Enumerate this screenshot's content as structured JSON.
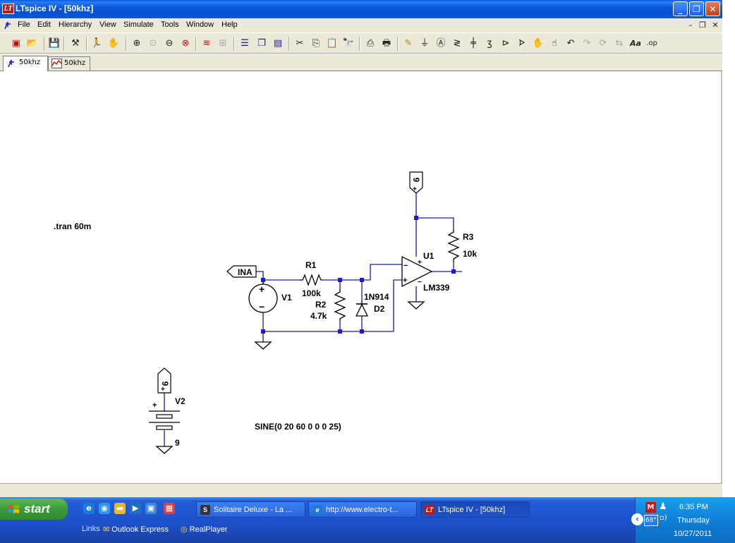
{
  "window": {
    "title": "LTspice IV - [50khz]",
    "app_icon_letter": "LT",
    "controls": {
      "minimize": "_",
      "maximize": "❐",
      "close": "✕"
    }
  },
  "menu": {
    "items": [
      "File",
      "Edit",
      "Hierarchy",
      "View",
      "Simulate",
      "Tools",
      "Window",
      "Help"
    ],
    "mdi_controls": {
      "minimize": "–",
      "restore": "❐",
      "close": "✕"
    }
  },
  "toolbar": {
    "icons": [
      "new-schematic-icon",
      "open-folder-icon",
      "save-icon",
      "control-panel-icon",
      "run-icon",
      "halt-icon",
      "zoom-in-icon",
      "pan-icon",
      "zoom-out-icon",
      "zoom-fit-icon",
      "autorange-icon",
      "grid-icon",
      "tile-horizontal-icon",
      "cascade-icon",
      "tile-vertical-icon",
      "cut-icon",
      "copy-icon",
      "paste-icon",
      "find-icon",
      "print-setup-icon",
      "print-icon",
      "draw-wire-icon",
      "ground-icon",
      "label-net-icon",
      "resistor-icon",
      "capacitor-icon",
      "inductor-icon",
      "diode-icon",
      "component-icon",
      "move-icon",
      "drag-icon",
      "undo-icon",
      "redo-icon",
      "rotate-icon",
      "mirror-icon",
      "text-icon",
      "spice-directive-icon"
    ],
    "text_icon_label": "Aa",
    "op_label": ".op"
  },
  "tabs": [
    {
      "label": "50khz",
      "type": "schematic"
    },
    {
      "label": "50khz",
      "type": "waveform"
    }
  ],
  "schematic": {
    "directive": ".tran 60m",
    "source_value": "SINE(0 20 60 0 0 0 25)",
    "net_label": "INA",
    "supply_label": "9",
    "components": {
      "R1": {
        "ref": "R1",
        "value": "100k"
      },
      "R2": {
        "ref": "R2",
        "value": "4.7k"
      },
      "R3": {
        "ref": "R3",
        "value": "10k"
      },
      "D2": {
        "ref": "D2",
        "value": "1N914"
      },
      "U1": {
        "ref": "U1",
        "value": "LM339"
      },
      "V1": {
        "ref": "V1"
      },
      "V2": {
        "ref": "V2",
        "value": "9"
      }
    },
    "pin_plus": "+",
    "pin_minus": "−",
    "wire_color": "#1a1aa6",
    "junction_color": "#1a1ad8",
    "component_color": "#000000"
  },
  "taskbar": {
    "start_label": "start",
    "quick_launch": [
      "ie-icon",
      "media-icon",
      "folder-icon",
      "player-icon",
      "desktop-icon",
      "paint-icon"
    ],
    "tasks": [
      {
        "label": "Solitaire Deluxe - La ...",
        "icon": "S"
      },
      {
        "label": "http://www.electro-t...",
        "icon": "e"
      },
      {
        "label": "LTspice IV - [50khz]",
        "icon": "LT"
      }
    ],
    "links": "Links",
    "link_items": [
      "Outlook Express",
      "RealPlayer"
    ],
    "tray": {
      "time": "6:35 PM",
      "day": "Thursday",
      "date": "10/27/2011",
      "temperature": "68°"
    }
  }
}
